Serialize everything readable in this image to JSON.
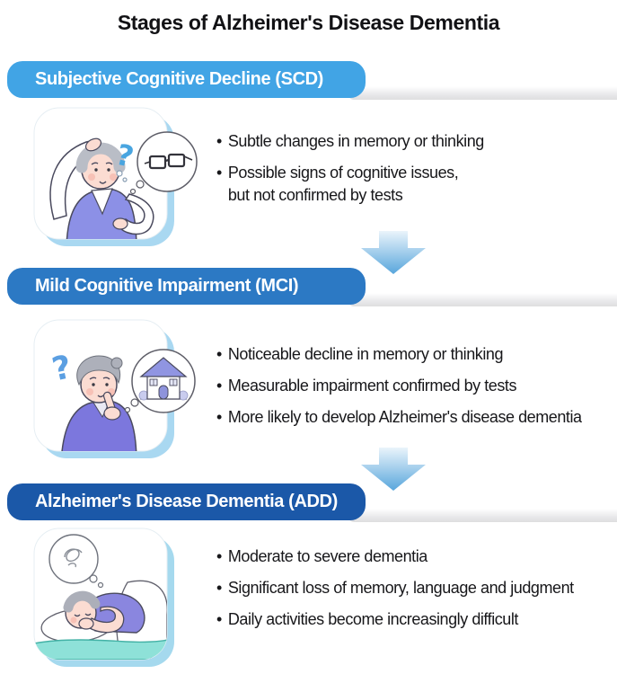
{
  "page": {
    "title": "Stages of Alzheimer's Disease Dementia",
    "bullet_char": "•",
    "question_mark": "?"
  },
  "sections": [
    {
      "header": "Subjective Cognitive Decline (SCD)",
      "header_color": "#41A4E5",
      "illustration": "elderly-man-scratching-head-with-question-mark-and-glasses-thought-bubble",
      "bullets": [
        "Subtle changes in memory or thinking",
        "Possible signs of cognitive issues,\nbut not confirmed by tests"
      ]
    },
    {
      "header": "Mild Cognitive Impairment (MCI)",
      "header_color": "#2C79C4",
      "illustration": "elderly-woman-thinking-with-question-mark-and-house-thought-bubble",
      "bullets": [
        "Noticeable decline in memory or thinking",
        "Measurable impairment confirmed by tests",
        "More likely to develop Alzheimer's disease dementia"
      ]
    },
    {
      "header": "Alzheimer's Disease Dementia (ADD)",
      "header_color": "#1B58A8",
      "illustration": "elderly-person-sleeping-in-bed-with-tangled-thought-bubble",
      "bullets": [
        "Moderate to severe dementia",
        "Significant loss of memory, language and judgment",
        "Daily activities become increasingly difficult"
      ]
    }
  ],
  "arrow": {
    "direction": "down",
    "color_top": "#EAF4FB",
    "color_bottom": "#58A6DC"
  },
  "colors": {
    "title_text": "#121215",
    "bullet_text": "#17171A",
    "header_text": "#FFFFFF",
    "card_shadow": "#A9D8F1",
    "strip_gray": "#DEDEDF",
    "blanket_teal": "#8EE1D8",
    "clothing_purple": "#8C90E6",
    "skin_tone": "#FBDCD2"
  }
}
